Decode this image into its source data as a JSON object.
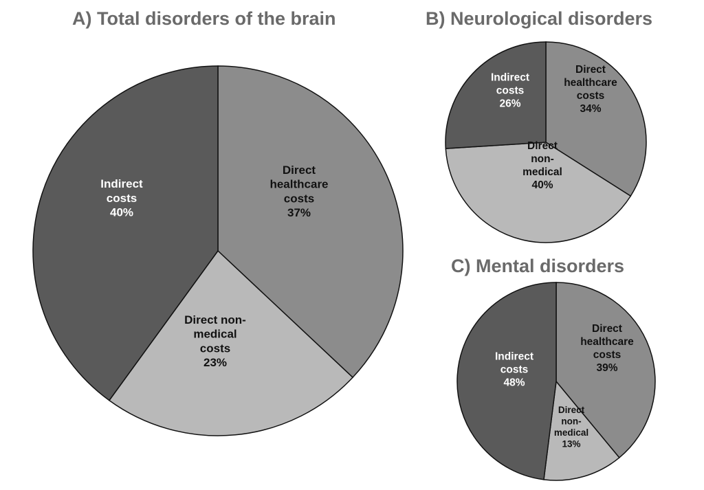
{
  "panels": {
    "a": {
      "title": "A) Total disorders of the brain"
    },
    "b": {
      "title": "B) Neurological disorders"
    },
    "c": {
      "title": "C) Mental disorders"
    }
  },
  "colors": {
    "direct_healthcare": "#8c8c8c",
    "direct_non_medical": "#b9b9b9",
    "indirect": "#5a5a5a",
    "label_dark": "#111111",
    "label_light": "#ffffff"
  },
  "chart_data": [
    {
      "type": "pie",
      "title": "A) Total disorders of the brain",
      "slices": [
        {
          "key": "direct_healthcare",
          "value": 37,
          "label_lines": [
            "Direct",
            "healthcare",
            "costs",
            "37%"
          ]
        },
        {
          "key": "direct_non_medical",
          "value": 23,
          "label_lines": [
            "Direct non-",
            "medical",
            "costs",
            "23%"
          ]
        },
        {
          "key": "indirect",
          "value": 40,
          "label_lines": [
            "Indirect",
            "costs",
            "40%"
          ]
        }
      ]
    },
    {
      "type": "pie",
      "title": "B) Neurological disorders",
      "slices": [
        {
          "key": "direct_healthcare",
          "value": 34,
          "label_lines": [
            "Direct",
            "healthcare",
            "costs",
            "34%"
          ]
        },
        {
          "key": "direct_non_medical",
          "value": 40,
          "label_lines": [
            "Direct",
            "non-",
            "medical",
            "40%"
          ]
        },
        {
          "key": "indirect",
          "value": 26,
          "label_lines": [
            "Indirect",
            "costs",
            "26%"
          ]
        }
      ]
    },
    {
      "type": "pie",
      "title": "C) Mental disorders",
      "slices": [
        {
          "key": "direct_healthcare",
          "value": 39,
          "label_lines": [
            "Direct",
            "healthcare",
            "costs",
            "39%"
          ]
        },
        {
          "key": "direct_non_medical",
          "value": 13,
          "label_lines": [
            "Direct",
            "non-",
            "medical",
            "13%"
          ]
        },
        {
          "key": "indirect",
          "value": 48,
          "label_lines": [
            "Indirect",
            "costs",
            "48%"
          ]
        }
      ]
    }
  ]
}
